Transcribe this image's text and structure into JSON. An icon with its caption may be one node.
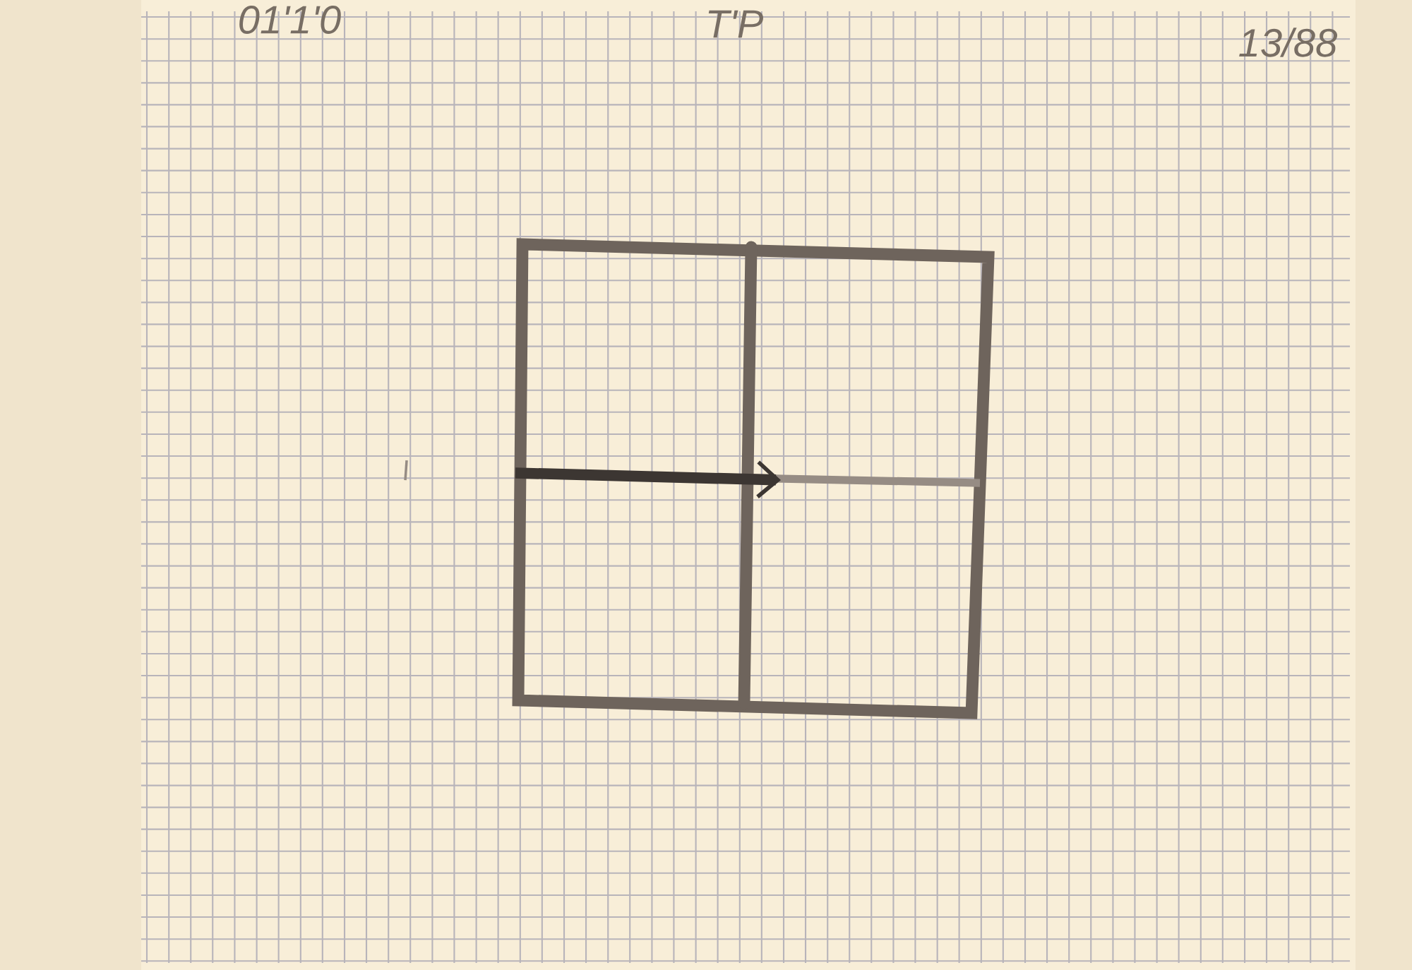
{
  "diagram": {
    "labels": [
      "01'1'0",
      "T'P",
      "13/88"
    ]
  }
}
